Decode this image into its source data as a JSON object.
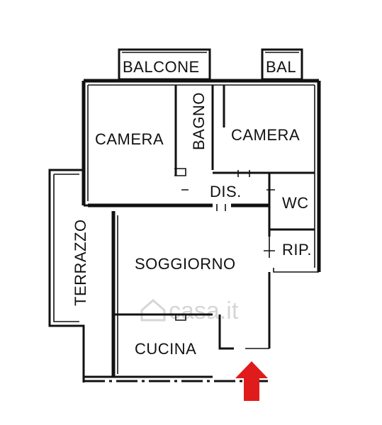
{
  "rooms": {
    "balcone": "BALCONE",
    "bal": "BAL",
    "camera_left": "CAMERA",
    "bagno": "BAGNO",
    "camera_right": "CAMERA",
    "dis": "DIS.",
    "wc": "WC",
    "rip": "RIP.",
    "terrazzo": "TERRAZZO",
    "soggiorno": "SOGGIORNO",
    "cucina": "CUCINA"
  },
  "watermark": "casa.it",
  "colors": {
    "wall": "#111111",
    "background": "#ffffff",
    "entrance_arrow": "#e01b1b",
    "watermark": "#d6d6d6"
  },
  "icons": {
    "entrance": "entrance-arrow-icon",
    "watermark_logo": "house-logo-icon"
  }
}
